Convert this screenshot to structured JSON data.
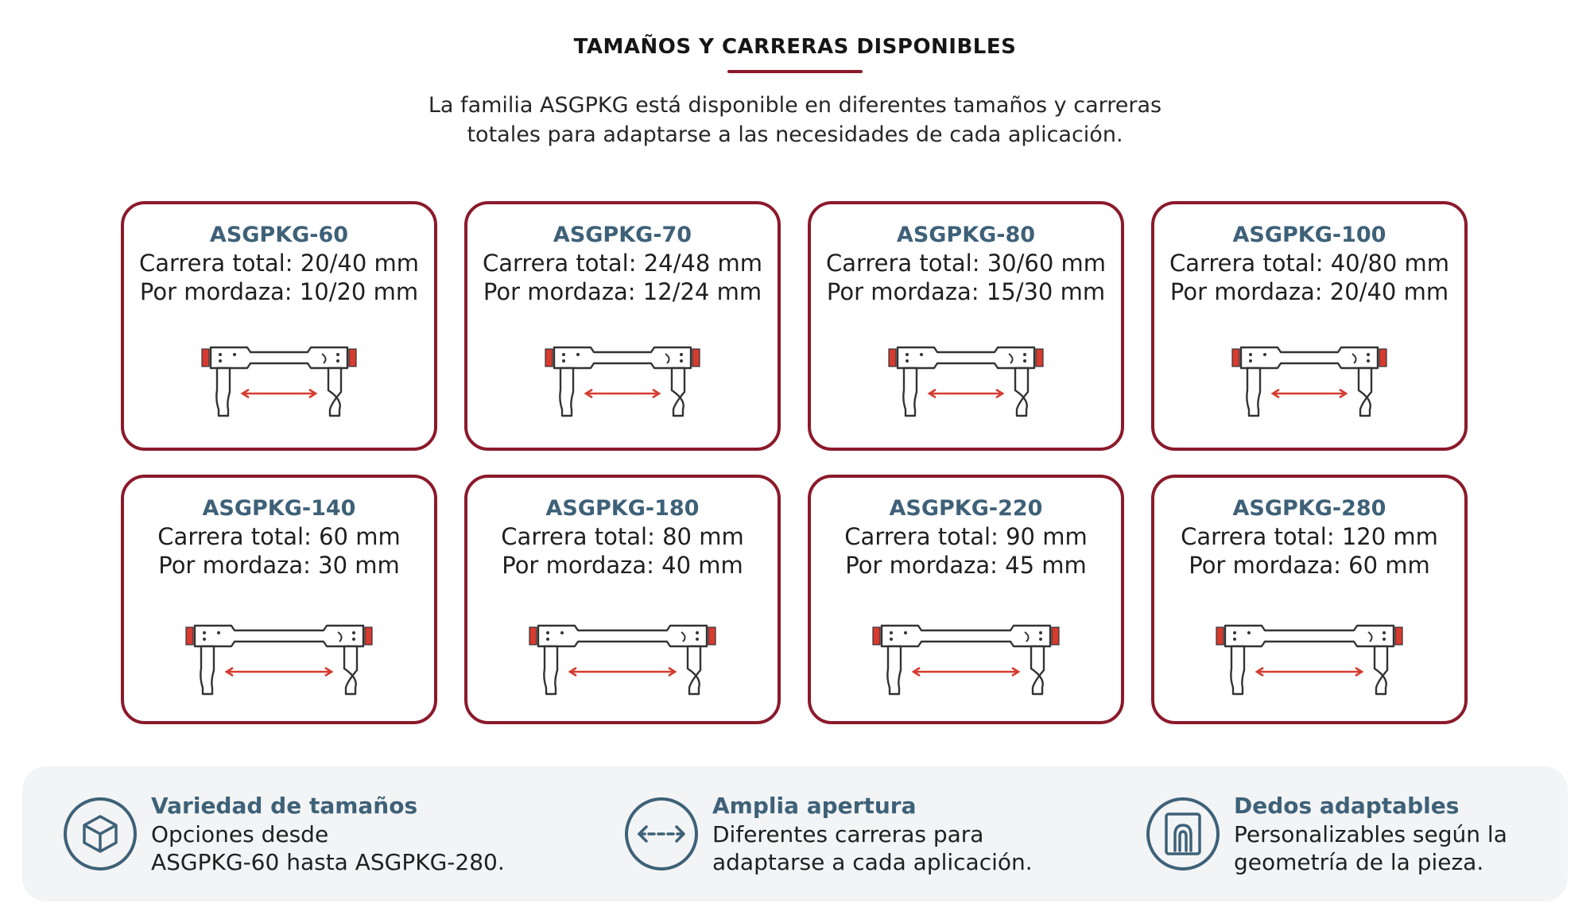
{
  "header": {
    "title": "TAMAÑOS Y CARRERAS DISPONIBLES",
    "intro_line1": "La familia ASGPKG está disponible en diferentes tamaños y carreras",
    "intro_line2": "totales para adaptarse a las necesidades de cada aplicación."
  },
  "colors": {
    "accent": "#8b1a2b",
    "model_text": "#3e6178",
    "arrow": "#d63b2f",
    "footer_bg": "#f2f4f5"
  },
  "cards": [
    {
      "model": "ASGPKG-60",
      "total": "Carrera total: 20/40 mm",
      "per_jaw": "Por mordaza: 10/20 mm"
    },
    {
      "model": "ASGPKG-70",
      "total": "Carrera total: 24/48 mm",
      "per_jaw": "Por mordaza: 12/24 mm"
    },
    {
      "model": "ASGPKG-80",
      "total": "Carrera total: 30/60 mm",
      "per_jaw": "Por mordaza: 15/30 mm"
    },
    {
      "model": "ASGPKG-100",
      "total": "Carrera total: 40/80 mm",
      "per_jaw": "Por mordaza: 20/40 mm"
    },
    {
      "model": "ASGPKG-140",
      "total": "Carrera total: 60 mm",
      "per_jaw": "Por mordaza: 30 mm"
    },
    {
      "model": "ASGPKG-180",
      "total": "Carrera total: 80 mm",
      "per_jaw": "Por mordaza: 40 mm"
    },
    {
      "model": "ASGPKG-220",
      "total": "Carrera total: 90 mm",
      "per_jaw": "Por mordaza: 45 mm"
    },
    {
      "model": "ASGPKG-280",
      "total": "Carrera total: 120 mm",
      "per_jaw": "Por mordaza: 60 mm"
    }
  ],
  "features": [
    {
      "icon": "cube-icon",
      "title": "Variedad de tamaños",
      "line1": "Opciones desde",
      "line2": "ASGPKG-60 hasta ASGPKG-280."
    },
    {
      "icon": "double-arrow-icon",
      "title": "Amplia apertura",
      "line1": "Diferentes carreras para",
      "line2": "adaptarse a cada aplicación."
    },
    {
      "icon": "gripper-fingers-icon",
      "title": "Dedos adaptables",
      "line1": "Personalizables según la",
      "line2": "geometría de la pieza."
    }
  ]
}
